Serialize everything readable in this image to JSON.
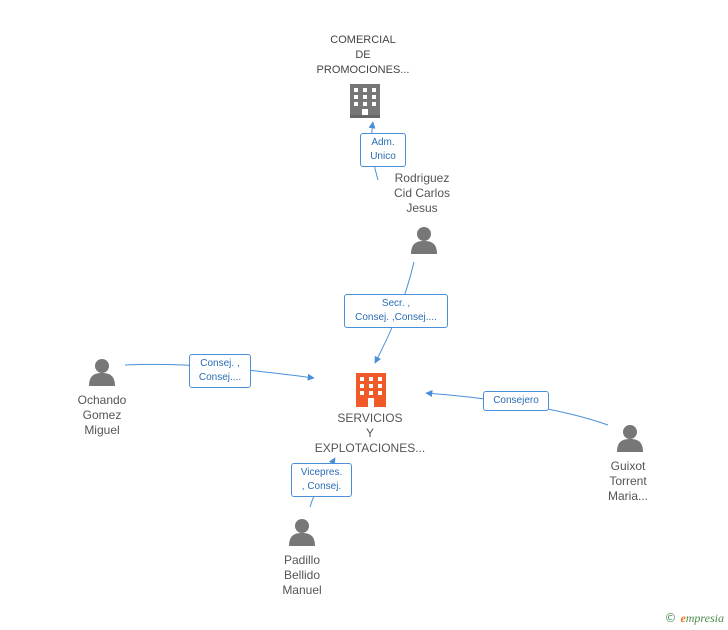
{
  "companies": {
    "top": {
      "lines": [
        "COMERCIAL",
        "DE",
        "PROMOCIONES..."
      ],
      "color": "#777777"
    },
    "center": {
      "lines": [
        "SERVICIOS",
        "Y",
        "EXPLOTACIONES..."
      ],
      "color": "#f05a28"
    }
  },
  "people": {
    "rodriguez": {
      "lines": [
        "Rodriguez",
        "Cid Carlos",
        "Jesus"
      ]
    },
    "ochando": {
      "lines": [
        "Ochando",
        "Gomez",
        "Miguel"
      ]
    },
    "guixot": {
      "lines": [
        "Guixot",
        "Torrent",
        "Maria..."
      ]
    },
    "padillo": {
      "lines": [
        "Padillo",
        "Bellido",
        "Manuel"
      ]
    }
  },
  "relations": {
    "adm_unico": [
      "Adm.",
      "Unico"
    ],
    "secr": [
      "Secr. ,",
      "Consej. ,Consej...."
    ],
    "consej_ochando": [
      "Consej. ,",
      "Consej...."
    ],
    "consejero": [
      "Consejero"
    ],
    "vicepres": [
      "Vicepres.",
      ", Consej."
    ]
  },
  "colors": {
    "edge": "#4a90d9",
    "person": "#777777"
  },
  "brand": {
    "copyright": "©",
    "e": "e",
    "rest": "mpresia"
  }
}
